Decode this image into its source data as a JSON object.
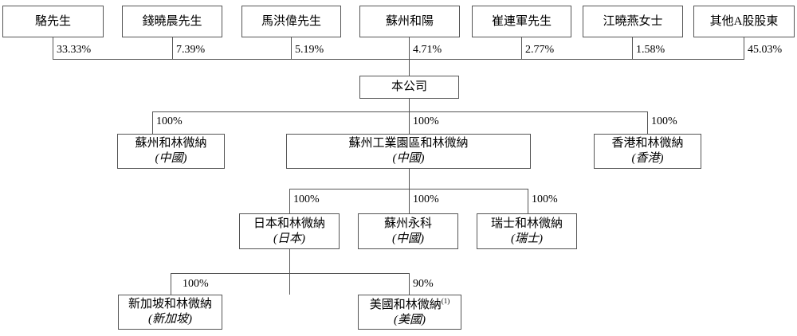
{
  "diagram": {
    "title": "Shareholding and corporate structure chart",
    "line_color": "#555555",
    "text_color": "#000000",
    "background": "#ffffff"
  },
  "shareholders": [
    {
      "name": "駱先生",
      "pct": "33.33%"
    },
    {
      "name": "錢曉晨先生",
      "pct": "7.39%"
    },
    {
      "name": "馬洪偉先生",
      "pct": "5.19%"
    },
    {
      "name": "蘇州和陽",
      "pct": "4.71%"
    },
    {
      "name": "崔連軍先生",
      "pct": "2.77%"
    },
    {
      "name": "江曉燕女士",
      "pct": "1.58%"
    },
    {
      "name": "其他A股股東",
      "pct": "45.03%"
    }
  ],
  "company": {
    "name": "本公司"
  },
  "level3": [
    {
      "name": "蘇州和林微納",
      "location": "(中國)",
      "pct": "100%"
    },
    {
      "name": "蘇州工業園區和林微納",
      "location": "(中國)",
      "pct": "100%"
    },
    {
      "name": "香港和林微納",
      "location": "(香港)",
      "pct": "100%"
    }
  ],
  "level4": [
    {
      "name": "日本和林微納",
      "location": "(日本)",
      "pct": "100%"
    },
    {
      "name": "蘇州永科",
      "location": "(中國)",
      "pct": "100%"
    },
    {
      "name": "瑞士和林微納",
      "location": "(瑞士)",
      "pct": "100%"
    }
  ],
  "level5": [
    {
      "name": "新加坡和林微納",
      "location": "(新加坡)",
      "pct": "100%",
      "note": ""
    },
    {
      "name": "美國和林微納",
      "location": "(美國)",
      "pct": "90%",
      "note": "(1)"
    }
  ]
}
